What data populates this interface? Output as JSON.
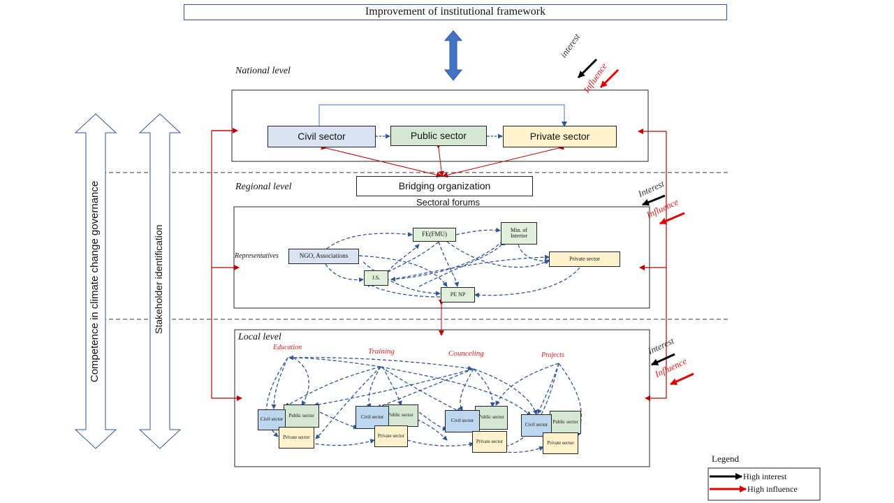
{
  "title": "Improvement of institutional framework",
  "side_labels": {
    "competence": "Competence in climate change governance",
    "stakeholder": "Stakeholder identification"
  },
  "national": {
    "label": "National level",
    "interest": "interest",
    "influence": "Influence",
    "civil": "Civil sector",
    "public": "Public sector",
    "private": "Private sector"
  },
  "regional": {
    "label": "Regional level",
    "bridging": "Bridging organization",
    "forums": "Sectoral forums",
    "interest": "Interest",
    "influence": "Influence",
    "representatives": "Representatives",
    "nodes": {
      "fe": "FE(FMU)",
      "min": "Min. of Interior",
      "ngo": "NGO, Associations",
      "private": "Private sector",
      "js": "J.S.",
      "penp": "PE NP"
    }
  },
  "local": {
    "label": "Local level",
    "interest": "Interest",
    "influence": "Influence",
    "activities": [
      "Education",
      "Training",
      "Counceling",
      "Projects"
    ],
    "cluster": {
      "civil": "Civil sector",
      "public": "Public sector",
      "private": "Private sector"
    }
  },
  "legend": {
    "title": "Legend",
    "high_interest": "High interest",
    "high_influence": "High influence"
  },
  "colors": {
    "civil": "#dae3f3",
    "public": "#d5e8d4",
    "private": "#fff2cc",
    "regional_node": "#e2efda",
    "blue_link": "#2f5597",
    "blue_arrow": "#4472c4",
    "red_link": "#c00000"
  }
}
